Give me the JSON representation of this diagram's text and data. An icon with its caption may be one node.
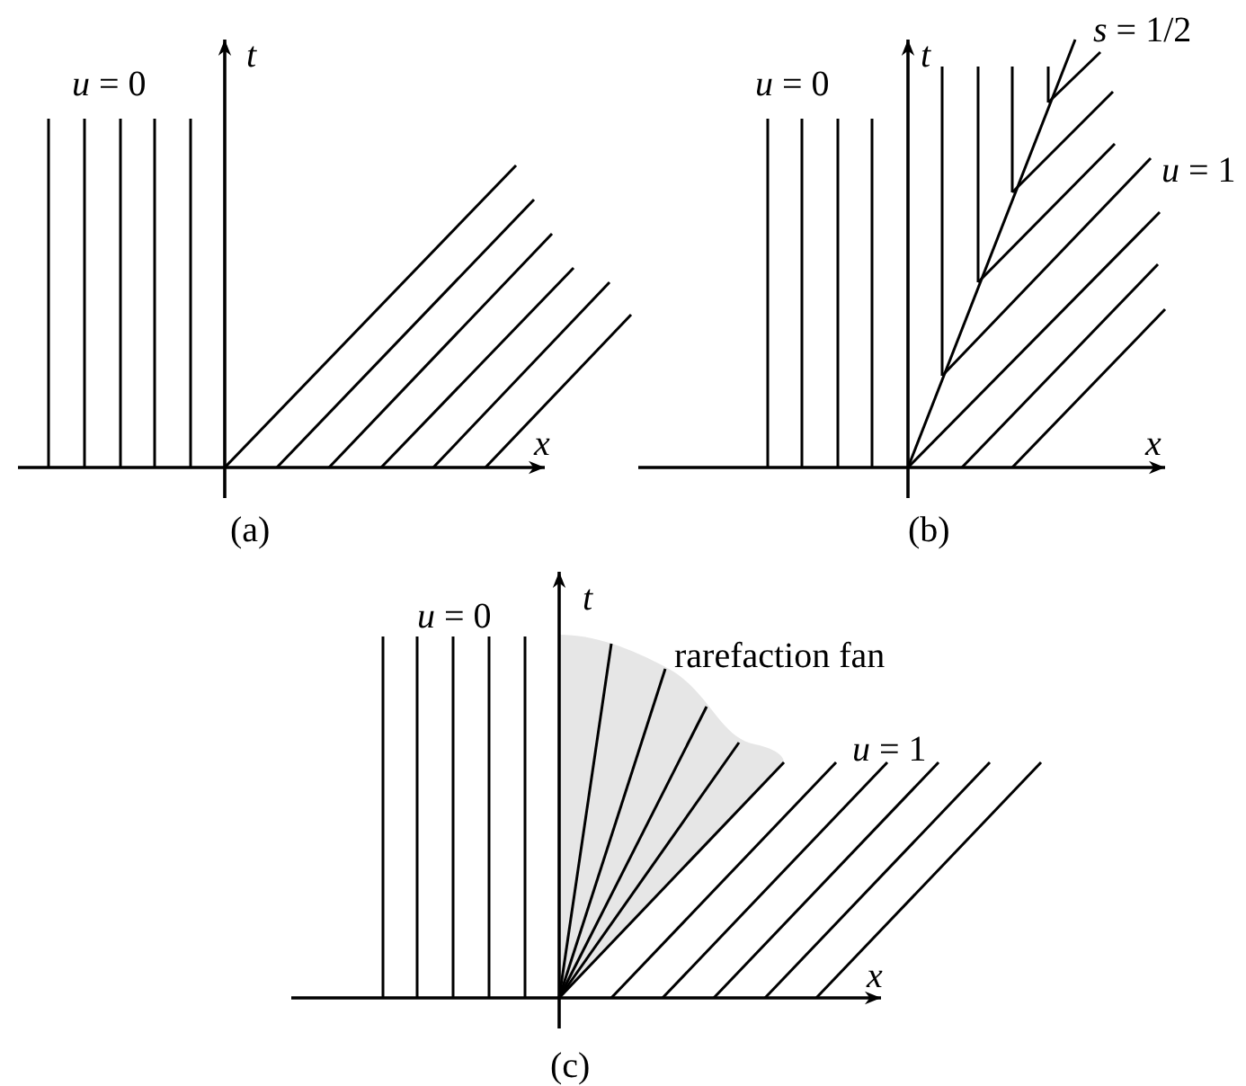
{
  "diagram": {
    "labels": [
      "*u* = 0",
      "*t*",
      "*x*",
      "(a)",
      "*u* = 0",
      "*t*",
      "*s* = 1/2",
      "*u* = 1",
      "*x*",
      "(b)",
      "*t*",
      "*u* = 0",
      "rarefaction fan",
      "*u* = 1",
      "*x*",
      "(c)"
    ]
  }
}
